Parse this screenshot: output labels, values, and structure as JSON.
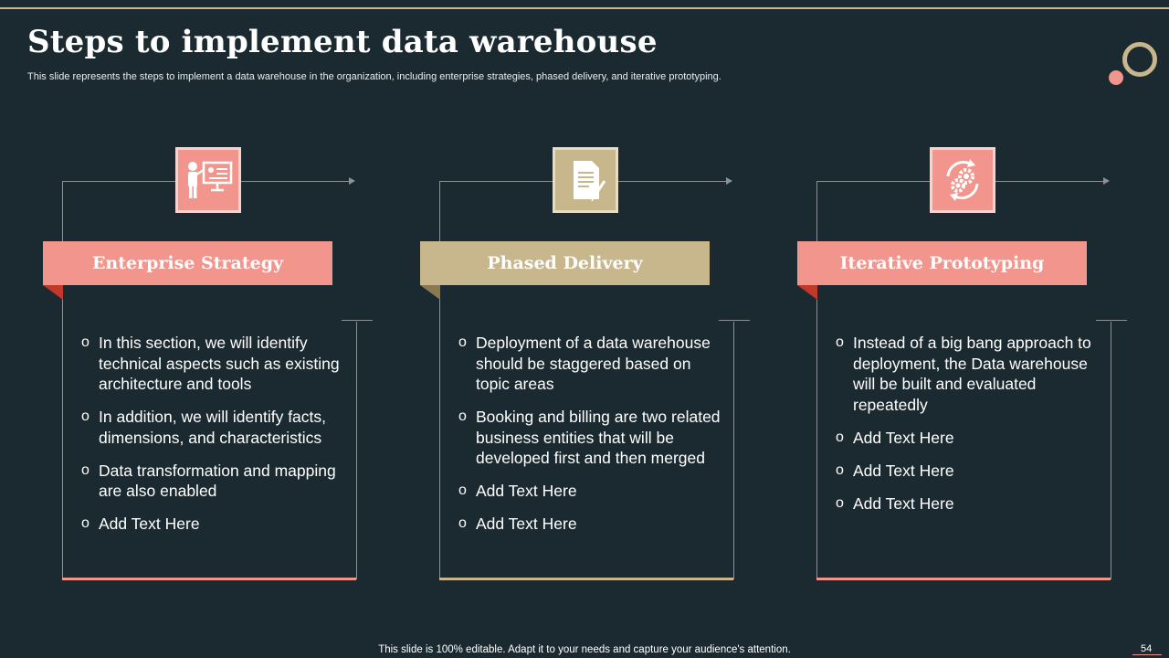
{
  "slide": {
    "title": "Steps to implement data warehouse",
    "subtitle": "This slide represents the steps to implement a data warehouse in the organization, including enterprise strategies, phased delivery, and iterative prototyping.",
    "footer": "This slide is 100% editable. Adapt it to your needs and capture your audience's attention.",
    "page_number": "54"
  },
  "colors": {
    "background": "#1b2a30",
    "accent_pink": "#f2958c",
    "accent_gold": "#c8b68d",
    "fold_red": "#c0392b",
    "fold_gold": "#8a7a52"
  },
  "columns": [
    {
      "heading": "Enterprise Strategy",
      "icon": "presentation-icon",
      "bullet": "o",
      "items": [
        "In this section, we will identify technical aspects such as existing architecture and tools",
        "In addition, we will identify facts, dimensions, and characteristics",
        "Data transformation and mapping are also enabled",
        "Add Text Here"
      ]
    },
    {
      "heading": "Phased Delivery",
      "icon": "document-icon",
      "bullet": "o",
      "items": [
        "Deployment of a data warehouse should be staggered based on topic areas",
        "Booking and billing are two related business entities that will be developed first and then merged",
        "Add Text Here",
        "Add Text Here"
      ]
    },
    {
      "heading": "Iterative Prototyping",
      "icon": "gears-cycle-icon",
      "bullet": "o",
      "items": [
        "Instead of a big bang approach to deployment, the Data warehouse will be built and evaluated repeatedly",
        "Add Text Here",
        "Add Text Here",
        "Add Text Here"
      ]
    }
  ]
}
